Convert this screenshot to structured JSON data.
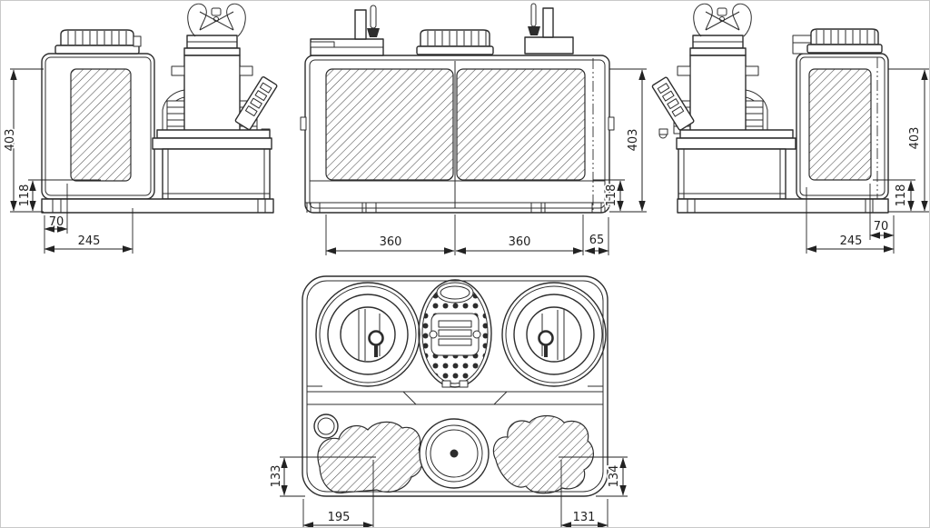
{
  "drawing_type": "technical-dimension-drawing",
  "colors": {
    "line": "#2d2d2d",
    "dimension": "#222222",
    "background": "#ffffff"
  },
  "views": {
    "left_side": {
      "dims": {
        "total_height": "403",
        "base_height": "118",
        "foot_offset": "70",
        "depth": "245"
      }
    },
    "front": {
      "dims": {
        "total_height": "403",
        "base_height": "118",
        "width_left": "360",
        "width_right": "360",
        "side_offset": "65"
      }
    },
    "right_side": {
      "dims": {
        "total_height": "403",
        "base_height": "118",
        "foot_offset": "70",
        "depth": "245"
      }
    },
    "top": {
      "dims": {
        "left_offset_y": "133",
        "left_offset_x": "195",
        "right_offset_x": "131",
        "right_offset_y": "134"
      }
    }
  }
}
